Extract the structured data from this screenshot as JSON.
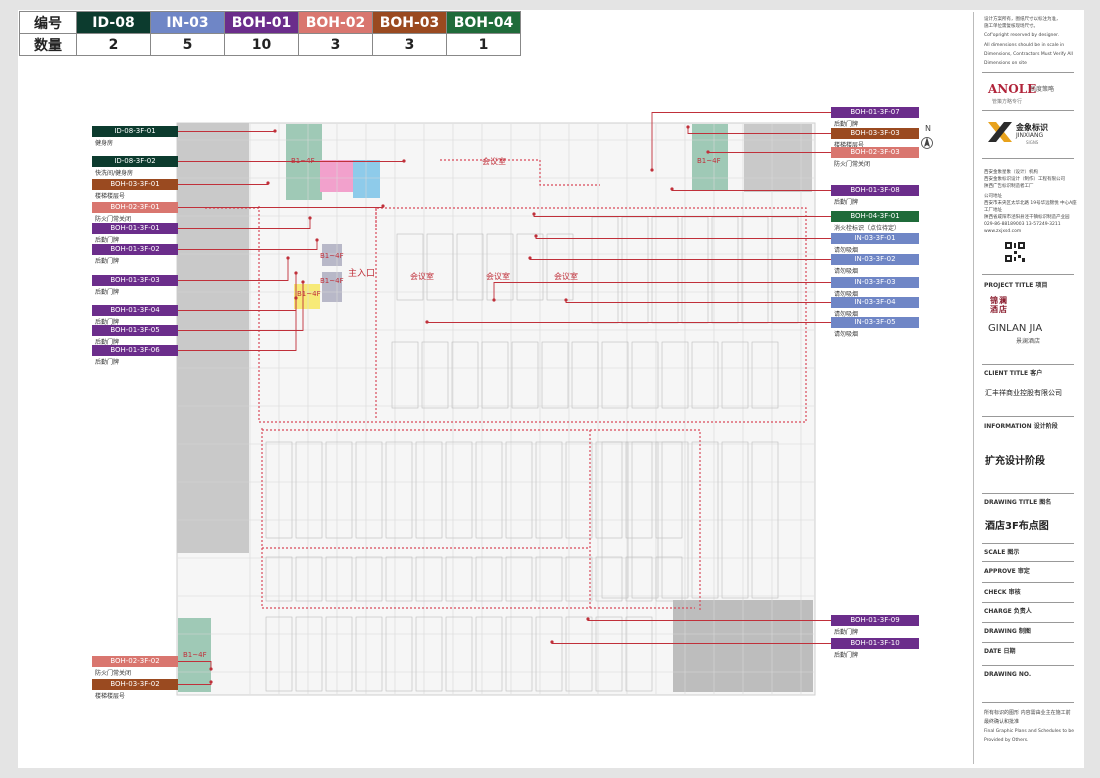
{
  "legend": {
    "header_code": "编号",
    "header_count": "数量",
    "items": [
      {
        "code": "ID-08",
        "count": "2",
        "color": "#0c3b2e"
      },
      {
        "code": "IN-03",
        "count": "5",
        "color": "#6f86c6"
      },
      {
        "code": "BOH-01",
        "count": "10",
        "color": "#6b2d8b"
      },
      {
        "code": "BOH-02",
        "count": "3",
        "color": "#d9766f"
      },
      {
        "code": "BOH-03",
        "count": "3",
        "color": "#9a4a20"
      },
      {
        "code": "BOH-04",
        "count": "1",
        "color": "#1f6b3a"
      }
    ]
  },
  "callouts_left": [
    {
      "id": "ID-08-3F-01",
      "desc": "健身房",
      "color": "#0c3b2e"
    },
    {
      "id": "ID-08-3F-02",
      "desc": "快洗间/健身房",
      "color": "#0c3b2e"
    },
    {
      "id": "BOH-03-3F-01",
      "desc": "楼梯楼层号",
      "color": "#9a4a20"
    },
    {
      "id": "BOH-02-3F-01",
      "desc": "防火门常关闭",
      "color": "#d9766f"
    },
    {
      "id": "BOH-01-3F-01",
      "desc": "后勤门牌",
      "color": "#6b2d8b"
    },
    {
      "id": "BOH-01-3F-02",
      "desc": "后勤门牌",
      "color": "#6b2d8b"
    },
    {
      "id": "BOH-01-3F-03",
      "desc": "后勤门牌",
      "color": "#6b2d8b"
    },
    {
      "id": "BOH-01-3F-04",
      "desc": "后勤门牌",
      "color": "#6b2d8b"
    },
    {
      "id": "BOH-01-3F-05",
      "desc": "后勤门牌",
      "color": "#6b2d8b"
    },
    {
      "id": "BOH-01-3F-06",
      "desc": "后勤门牌",
      "color": "#6b2d8b"
    },
    {
      "id": "BOH-02-3F-02",
      "desc": "防火门常关闭",
      "color": "#d9766f"
    },
    {
      "id": "BOH-03-3F-02",
      "desc": "楼梯楼层号",
      "color": "#9a4a20"
    }
  ],
  "callouts_right": [
    {
      "id": "BOH-01-3F-07",
      "desc": "后勤门牌",
      "color": "#6b2d8b"
    },
    {
      "id": "BOH-03-3F-03",
      "desc": "楼梯楼层号",
      "color": "#9a4a20"
    },
    {
      "id": "BOH-02-3F-03",
      "desc": "防火门常关闭",
      "color": "#d9766f"
    },
    {
      "id": "BOH-01-3F-08",
      "desc": "后勤门牌",
      "color": "#6b2d8b"
    },
    {
      "id": "BOH-04-3F-01",
      "desc": "消火栓标识（点位待定）",
      "color": "#1f6b3a"
    },
    {
      "id": "IN-03-3F-01",
      "desc": "请勿吸烟",
      "color": "#6f86c6"
    },
    {
      "id": "IN-03-3F-02",
      "desc": "请勿吸烟",
      "color": "#6f86c6"
    },
    {
      "id": "IN-03-3F-03",
      "desc": "请勿吸烟",
      "color": "#6f86c6"
    },
    {
      "id": "IN-03-3F-04",
      "desc": "请勿吸烟",
      "color": "#6f86c6"
    },
    {
      "id": "IN-03-3F-05",
      "desc": "请勿吸烟",
      "color": "#6f86c6"
    },
    {
      "id": "BOH-01-3F-09",
      "desc": "后勤门牌",
      "color": "#6b2d8b"
    },
    {
      "id": "BOH-01-3F-10",
      "desc": "后勤门牌",
      "color": "#6b2d8b"
    }
  ],
  "rooms": {
    "meeting_top": "会议室",
    "meeting_1": "会议室",
    "meeting_2": "会议室",
    "meeting_3": "会议室",
    "main_entrance": "主入口",
    "stair_b1_a": "B1~4F",
    "stair_b1_b": "B1~4F",
    "stair_b1_c": "B1~4F",
    "stair_b1_d": "B1~4F",
    "stair_b1_e": "B1~4F",
    "stair_b1_f": "B1~4F",
    "north": "N"
  },
  "title_block": {
    "copyright_cn_1": "设计方案所有，图纸尺寸以标注为准，",
    "copyright_cn_2": "施工单位需复核现场尺寸。",
    "copyright_en_1": "Cof'opright reserved by designer.",
    "copyright_en_2": "All dimensions should be in scale in",
    "copyright_en_3": "Dimensions, Contractors Must Verify All",
    "copyright_en_4": "Dimensions on site",
    "brand1_name": "ANOLE",
    "brand1_cn": "尚度策略",
    "brand1_tag": "管策方略专行",
    "brand2_cn": "金象标识",
    "brand2_en": "JINXIANG",
    "brand2_sub": "SIGNS",
    "company_1": "西安金象星象（设计）机构",
    "company_2": "西安金象标识设计（制作）工程有限公司",
    "company_3": "陕西广告标识制造者工厂",
    "company_4": "公司地址",
    "company_5": "西安市未央区太华北路 19号华远锦悦 中心A座",
    "company_6": "工厂地址",
    "company_7": "陕西省咸阳市泾阳县泾干镇标识制造产业园",
    "company_8": "029-86-88189003  13-57249-3211",
    "company_9": "www.zxjxsd.com",
    "project_title_label": "PROJECT TITLE 项目",
    "project_logo_cn": "锦澜酒店",
    "project_name_en": "GINLAN JIA",
    "project_name_cn": "景澜酒店",
    "client_label": "CLIENT TITLE 客户",
    "client_value": "汇丰祥商业控股有限公司",
    "info_label": "INFORMATION 设计阶段",
    "info_value": "扩充设计阶段",
    "drawing_title_label": "DRAWING TITLE 图名",
    "drawing_title_value": "酒店3F布点图",
    "scale_label": "SCALE 图示",
    "approve_label": "APPROVE 审定",
    "check_label": "CHECK 审核",
    "charge_label": "CHARGE 负责人",
    "drawing_label": "DRAWING 制图",
    "date_label": "DATE 日期",
    "drawing_no_label": "DRAWING NO.",
    "footer_cn_1": "所有标识的图形 内容需由业主在施工前",
    "footer_cn_2": "最终确认和批准",
    "footer_en_1": "Final Graphic Plans and Schedules to be",
    "footer_en_2": "Provided by Others."
  }
}
